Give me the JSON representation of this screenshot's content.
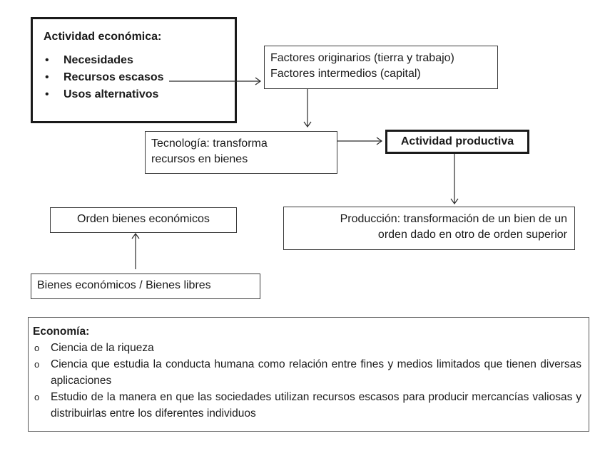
{
  "diagram": {
    "actividad_economica": {
      "title": "Actividad económica:",
      "bullet_glyph": "•",
      "items": [
        {
          "label": "Necesidades"
        },
        {
          "label": "Recursos escasos"
        },
        {
          "label": "Usos alternativos"
        }
      ]
    },
    "factores": {
      "lines": [
        "Factores originarios (tierra y trabajo)",
        "Factores intermedios (capital)"
      ]
    },
    "tecnologia": {
      "lines": [
        "Tecnología: transforma",
        "recursos en bienes"
      ]
    },
    "actividad_productiva": {
      "label": "Actividad productiva"
    },
    "produccion": {
      "lines": [
        "Producción: transformación de un bien de un",
        "orden dado en otro de orden superior"
      ]
    },
    "orden_bienes": {
      "label": "Orden bienes económicos"
    },
    "bienes": {
      "label": "Bienes económicos / Bienes libres"
    },
    "economia": {
      "title": "Economía:",
      "bullet_glyph": "o",
      "items": [
        {
          "label": "Ciencia de la riqueza"
        },
        {
          "label": "Ciencia que estudia la conducta humana como relación entre fines y medios limitados que tienen diversas aplicaciones"
        },
        {
          "label": "Estudio de la manera en que las sociedades utilizan recursos escasos para producir mercancías valiosas y distribuirlas entre los diferentes individuos"
        }
      ]
    },
    "connectors": [
      {
        "from": "Recursos escasos",
        "to": "Factores",
        "direction": "right"
      },
      {
        "from": "Factores",
        "to": "Tecnología",
        "direction": "down"
      },
      {
        "from": "Tecnología",
        "to": "Actividad productiva",
        "direction": "right"
      },
      {
        "from": "Actividad productiva",
        "to": "Producción",
        "direction": "down"
      },
      {
        "from": "Bienes económicos / Bienes libres",
        "to": "Orden bienes económicos",
        "direction": "up"
      }
    ]
  }
}
